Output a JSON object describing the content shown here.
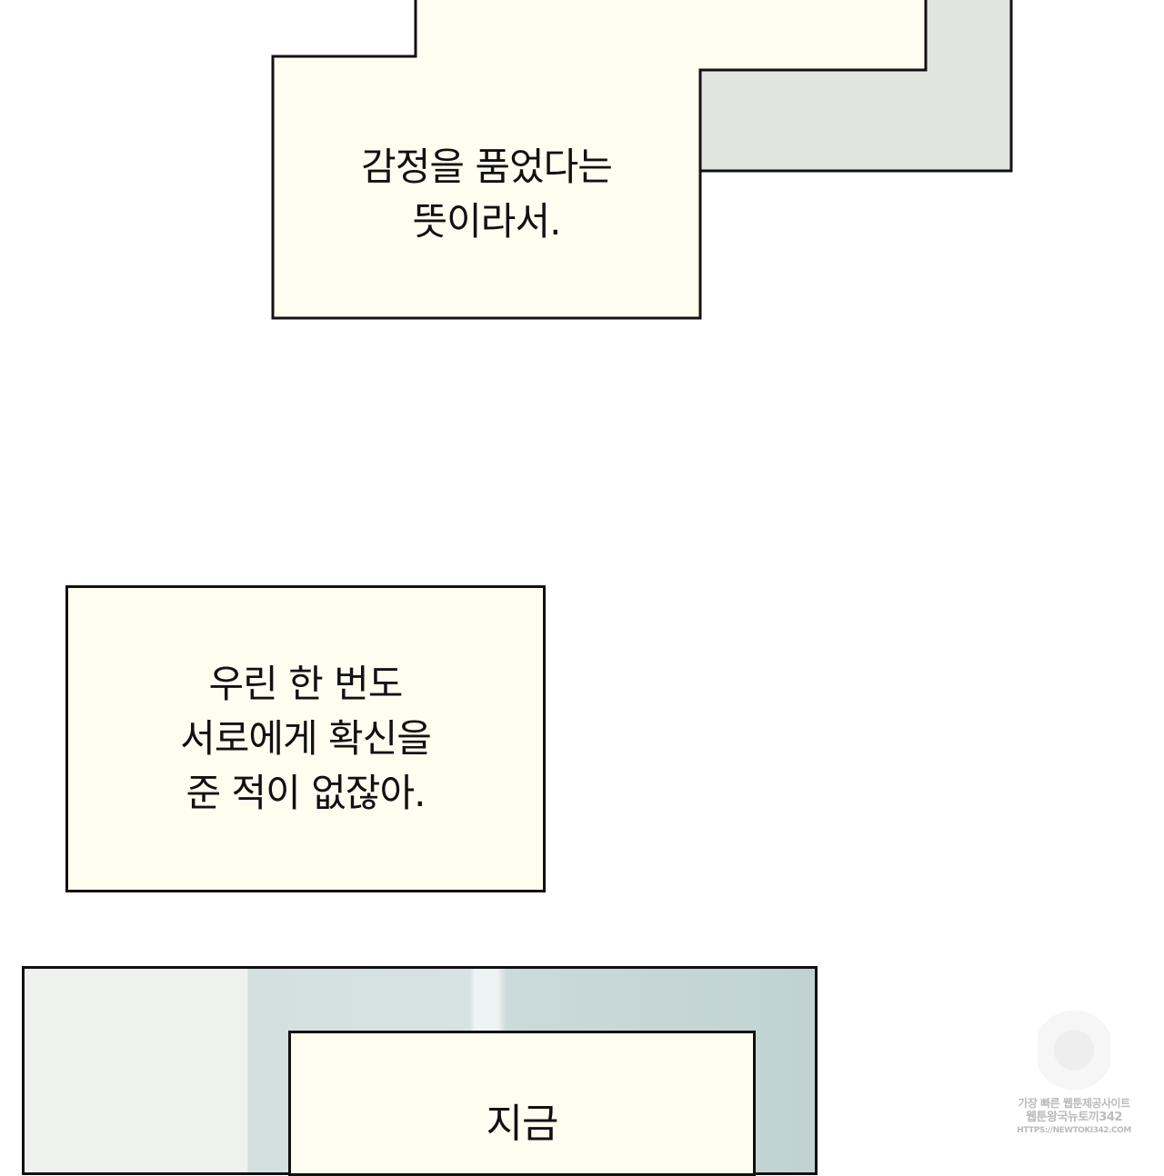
{
  "panels": [
    {
      "id": "panel-1",
      "caption_lines": [
        "감정을 품었다는",
        "뜻이라서."
      ]
    },
    {
      "id": "panel-2",
      "caption_lines": [
        "우린 한 번도",
        "서로에게 확신을",
        "준 적이 없잖아."
      ]
    },
    {
      "id": "panel-3",
      "caption_lines": [
        "지금"
      ]
    }
  ],
  "watermark": {
    "lines": [
      "가장 빠른 웹툰제공사이트",
      "웹툰왕국뉴토끼342",
      "HTTPS://NEWTOKI342.COM"
    ]
  },
  "colors": {
    "caption_bg": "#fefdf0",
    "border": "#111111",
    "gray_panel": "#e2e5df",
    "blue_panel": "#cfdcdc"
  }
}
